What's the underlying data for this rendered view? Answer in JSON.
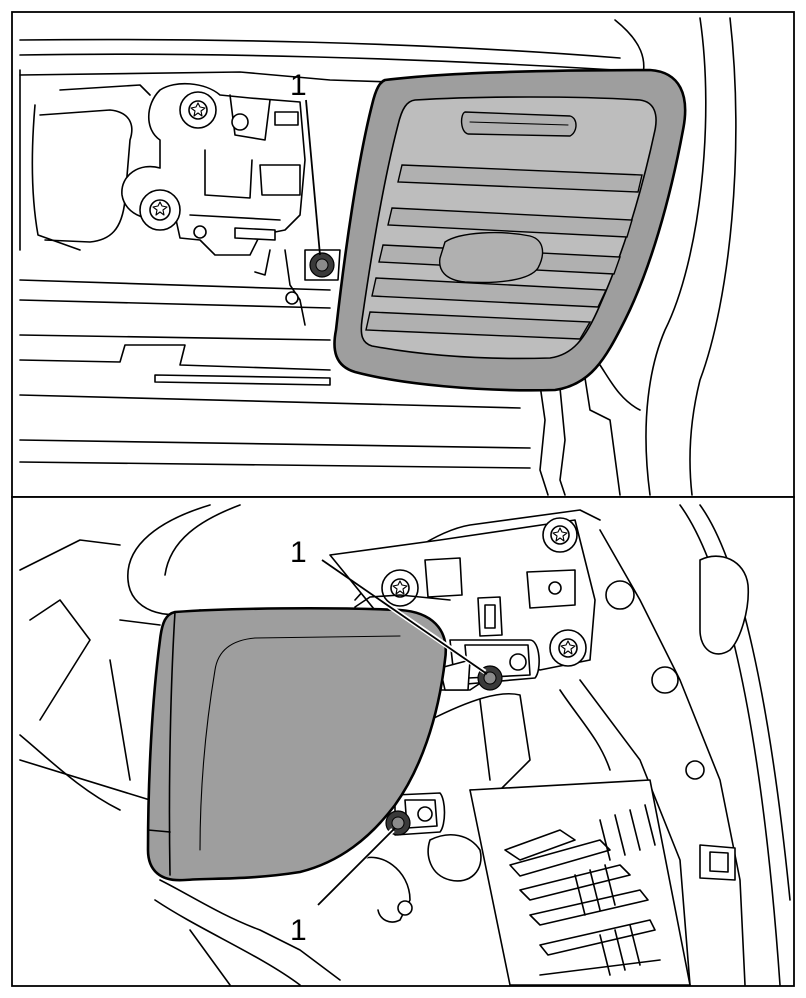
{
  "figure": {
    "panels": [
      {
        "callouts": [
          {
            "label": "1"
          }
        ]
      },
      {
        "callouts": [
          {
            "label": "1"
          },
          {
            "label": "1"
          }
        ]
      }
    ]
  },
  "colors": {
    "line": "#000000",
    "part_fill": "#9e9e9e",
    "background": "#ffffff",
    "fastener": "#3a3a3a"
  }
}
